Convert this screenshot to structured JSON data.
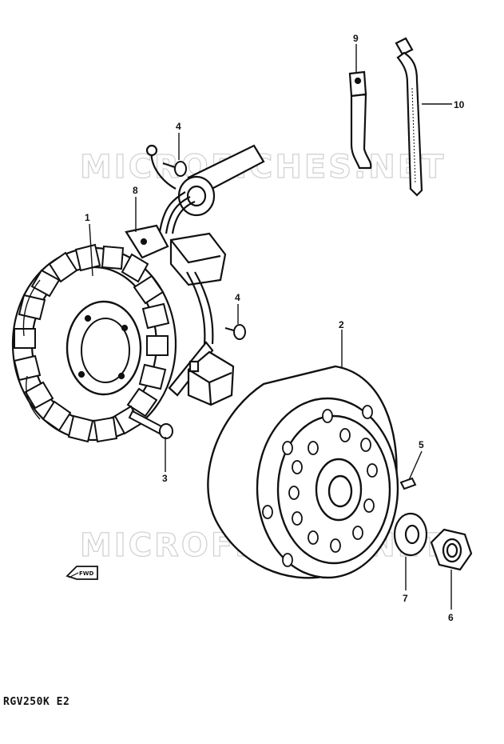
{
  "watermark": "MICROFICHES.NET",
  "model_code": "RGV250K E2",
  "direction_label": "FWD",
  "parts": [
    {
      "number": "1",
      "name": "stator"
    },
    {
      "number": "2",
      "name": "rotor"
    },
    {
      "number": "3",
      "name": "bolt"
    },
    {
      "number": "4",
      "name": "screw"
    },
    {
      "number": "4",
      "name": "screw"
    },
    {
      "number": "5",
      "name": "key"
    },
    {
      "number": "6",
      "name": "nut"
    },
    {
      "number": "7",
      "name": "washer"
    },
    {
      "number": "8",
      "name": "clamp"
    },
    {
      "number": "9",
      "name": "clamp"
    },
    {
      "number": "10",
      "name": "tie"
    }
  ]
}
